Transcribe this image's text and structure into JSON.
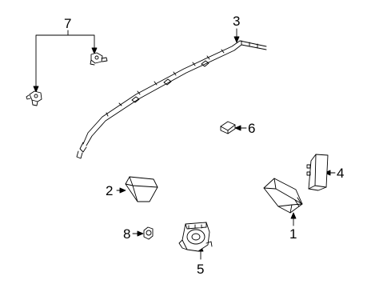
{
  "diagram": {
    "callouts": [
      "1",
      "2",
      "3",
      "4",
      "5",
      "6",
      "7",
      "8"
    ],
    "line_color": "#000000",
    "part_fill": "#ffffff"
  }
}
